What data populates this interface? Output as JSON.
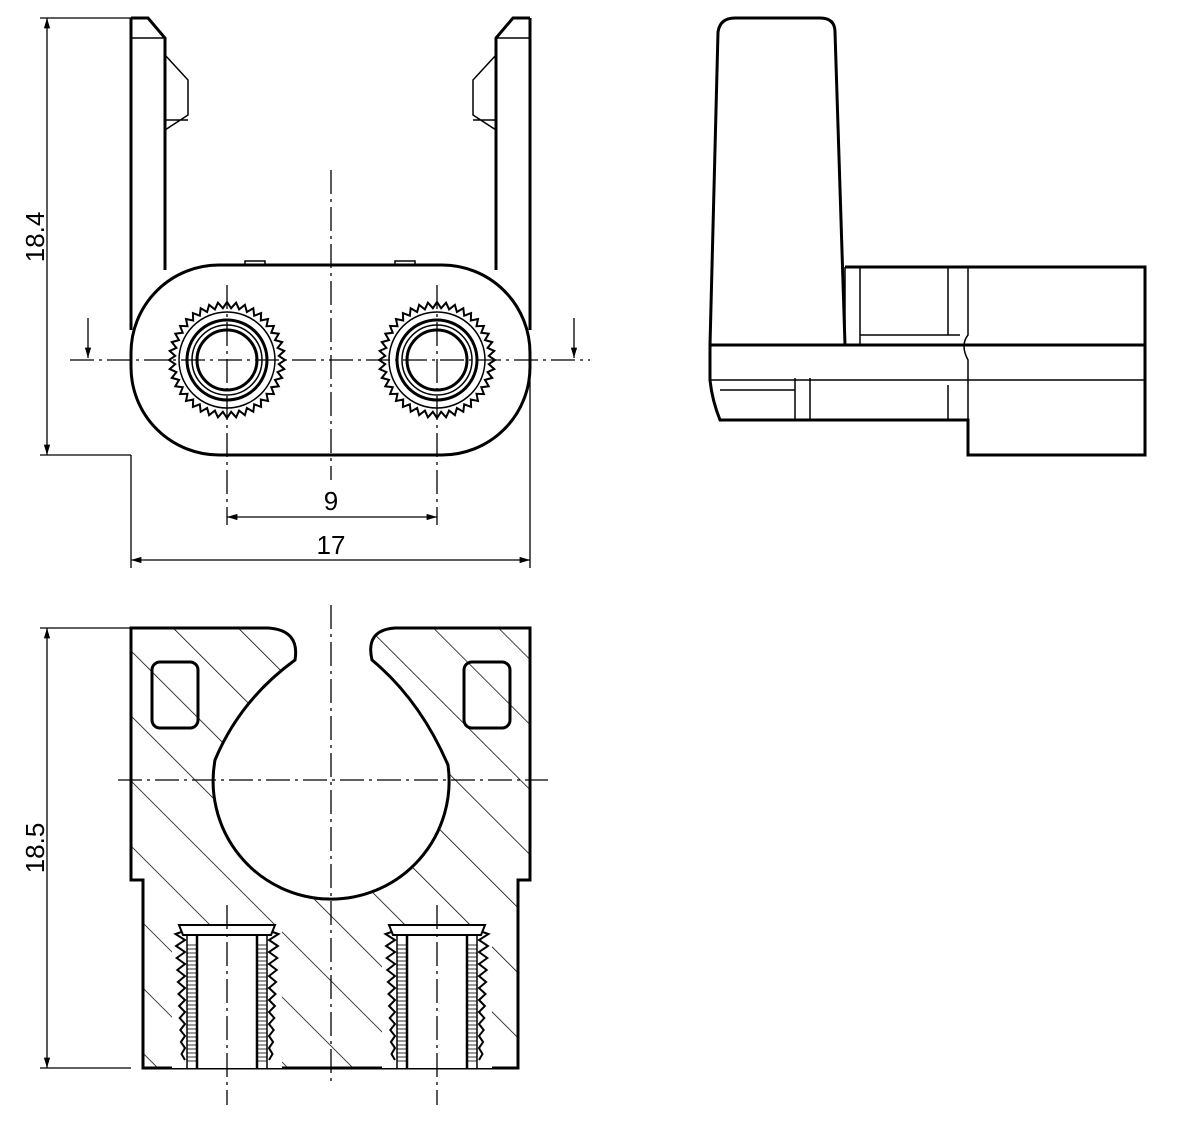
{
  "front_view": {
    "dim_height": "18.4",
    "dim_hole_spacing": "9",
    "dim_width": "17"
  },
  "section_view": {
    "dim_height": "18.5"
  },
  "colors": {
    "line": "#000000",
    "background": "#ffffff"
  }
}
